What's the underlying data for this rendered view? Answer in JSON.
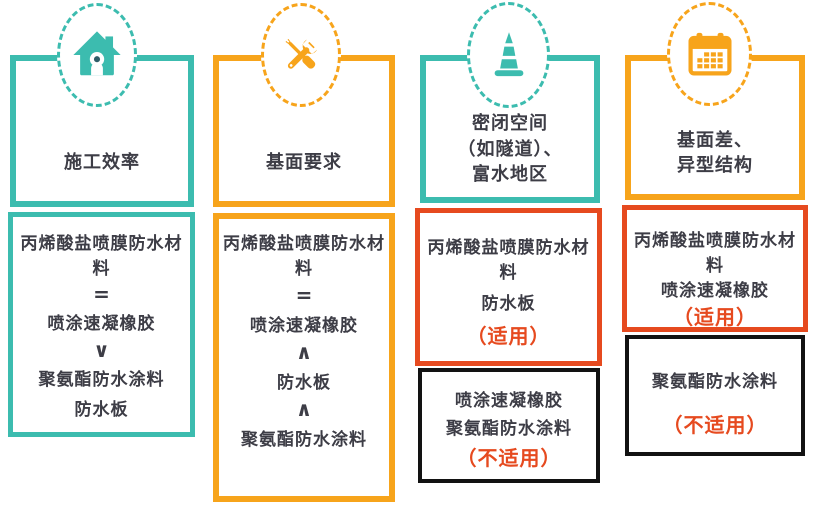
{
  "colors": {
    "teal": "#3CBCAF",
    "orange": "#F7A41B",
    "red": "#E64A1F",
    "black": "#121212",
    "text": "#3D3D46",
    "verdict_red": "#E64A1F"
  },
  "icons": [
    {
      "name": "house-icon",
      "accent": "#3CBCAF"
    },
    {
      "name": "tools-icon",
      "accent": "#F7A41B"
    },
    {
      "name": "traffic-cone-icon",
      "accent": "#3CBCAF"
    },
    {
      "name": "calendar-icon",
      "accent": "#F7A41B"
    }
  ],
  "columns": [
    {
      "header": "施工效率",
      "content_boxes": [
        {
          "style": "teal",
          "lines": [
            "丙烯酸盐喷膜防水材料",
            "=",
            "喷涂速凝橡胶",
            "∨",
            "聚氨酯防水涂料",
            "防水板"
          ]
        }
      ]
    },
    {
      "header": "基面要求",
      "content_boxes": [
        {
          "style": "orange",
          "lines": [
            "丙烯酸盐喷膜防水材料",
            "=",
            "喷涂速凝橡胶",
            "∧",
            "防水板",
            "∧",
            "聚氨酯防水涂料"
          ]
        }
      ]
    },
    {
      "header": "密闭空间\n（如隧道）、\n富水地区",
      "content_boxes": [
        {
          "style": "red",
          "lines": [
            "丙烯酸盐喷膜防水材料",
            "防水板",
            "（适用）"
          ]
        },
        {
          "style": "black",
          "lines": [
            "喷涂速凝橡胶",
            "聚氨酯防水涂料",
            "（不适用）"
          ]
        }
      ]
    },
    {
      "header": "基面差、\n异型结构",
      "content_boxes": [
        {
          "style": "red",
          "lines": [
            "丙烯酸盐喷膜防水材料",
            "喷涂速凝橡胶",
            "（适用）"
          ]
        },
        {
          "style": "black",
          "lines": [
            "聚氨酯防水涂料",
            "（不适用）"
          ]
        }
      ]
    }
  ]
}
